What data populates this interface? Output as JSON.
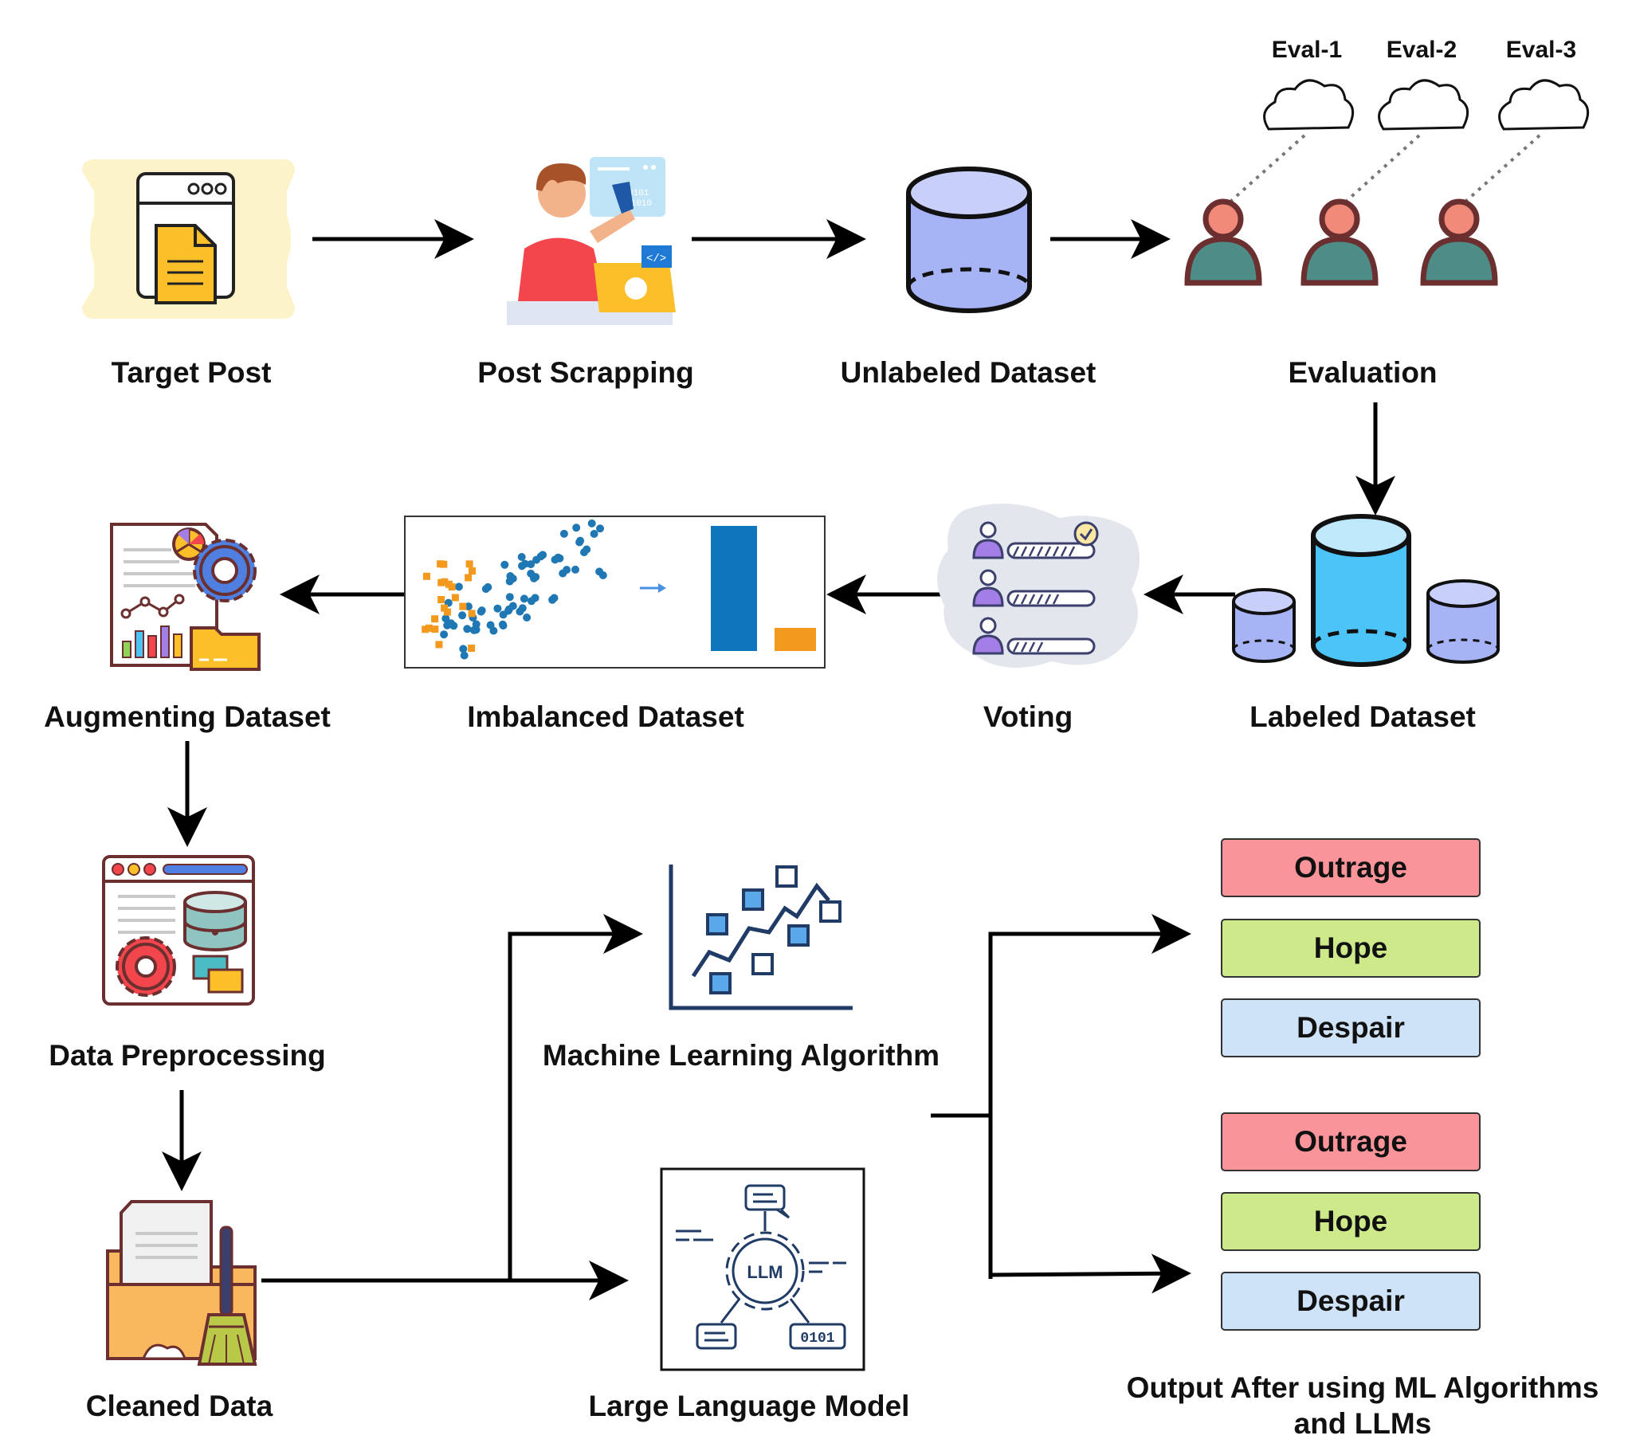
{
  "stages": {
    "target_post": "Target Post",
    "post_scrapping": "Post Scrapping",
    "unlabeled_dataset": "Unlabeled Dataset",
    "evaluation": "Evaluation",
    "labeled_dataset": "Labeled Dataset",
    "voting": "Voting",
    "imbalanced_dataset": "Imbalanced Dataset",
    "augmenting_dataset": "Augmenting Dataset",
    "data_preprocessing": "Data Preprocessing",
    "cleaned_data": "Cleaned Data",
    "ml_algorithm": "Machine Learning Algorithm",
    "llm": "Large Language Model",
    "output_line1": "Output After using ML Algorithms",
    "output_line2": "and LLMs"
  },
  "evaluators": [
    "Eval-1",
    "Eval-2",
    "Eval-3"
  ],
  "llm_icon_text": "LLM",
  "outputs_ml": [
    "Outrage",
    "Hope",
    "Despair"
  ],
  "outputs_llm": [
    "Outrage",
    "Hope",
    "Despair"
  ],
  "colors": {
    "outrage": "#f8949a",
    "hope": "#cde98a",
    "despair": "#cfe3f8",
    "bar_blue": "#0f76be",
    "bar_orange": "#f39a1e"
  }
}
